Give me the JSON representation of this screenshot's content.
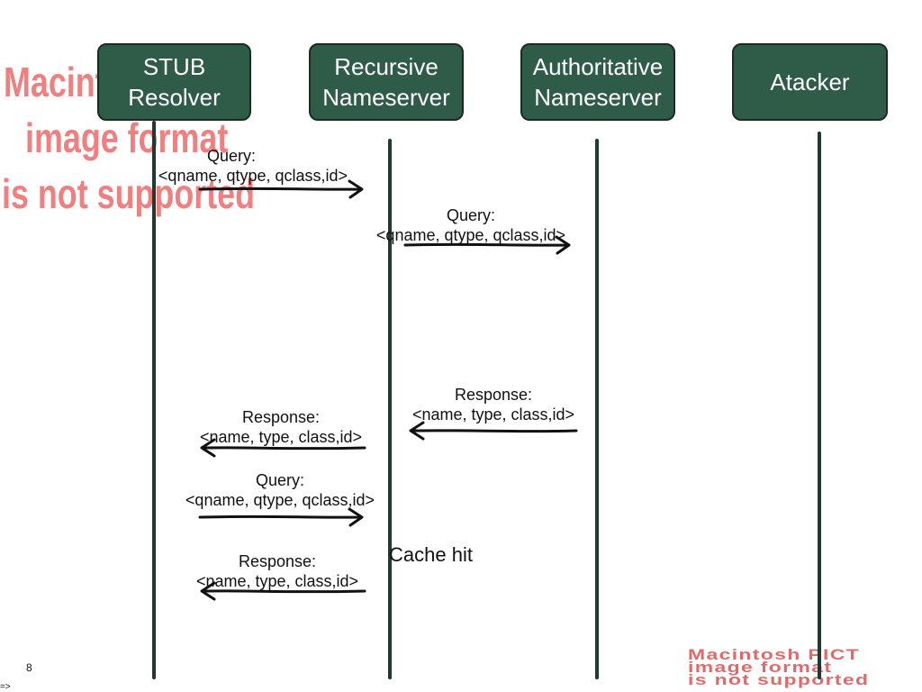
{
  "watermark": {
    "big_lines": [
      "Macintosh PICT",
      "image format",
      "is not supported"
    ],
    "small_lines": [
      "Macintosh PICT",
      "image format",
      "is not supported"
    ]
  },
  "actors": [
    {
      "line1": "STUB",
      "line2": "Resolver"
    },
    {
      "line1": "Recursive",
      "line2": "Nameserver"
    },
    {
      "line1": "Authoritative",
      "line2": "Nameserver"
    },
    {
      "line1": "Atacker",
      "line2": ""
    }
  ],
  "messages": [
    {
      "line1": "Query:",
      "line2": "<qname, qtype, qclass,id>",
      "direction": "right"
    },
    {
      "line1": "Query:",
      "line2": "<qname, qtype, qclass,id>",
      "direction": "right"
    },
    {
      "line1": "Response:",
      "line2": "<name, type, class,id>",
      "direction": "left"
    },
    {
      "line1": "Response:",
      "line2": "<name, type, class,id>",
      "direction": "left"
    },
    {
      "line1": "Query:",
      "line2": "<qname, qtype, qclass,id>",
      "direction": "right"
    },
    {
      "line1": "Response:",
      "line2": "<name, type, class,id>",
      "direction": "left"
    }
  ],
  "note": "Cache hit",
  "page_number": "8",
  "stray_mark": "=>"
}
